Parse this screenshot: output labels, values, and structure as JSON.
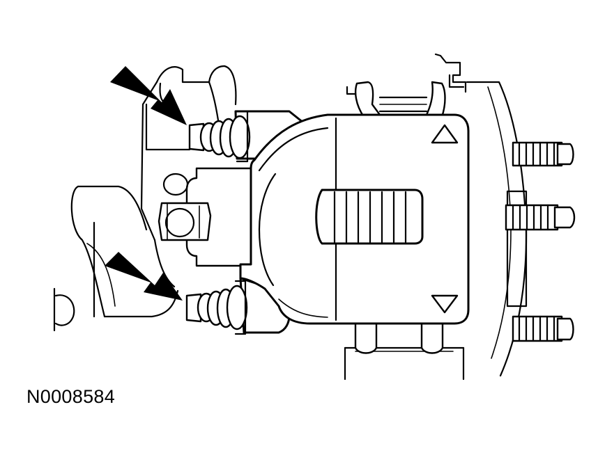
{
  "figure": {
    "reference_code": "N0008584",
    "colors": {
      "line": "#000000",
      "background": "#ffffff"
    }
  },
  "callouts": [
    {
      "name": "arrow-upper-guide-pin-bolt",
      "icon": "arrow-icon",
      "points_to": "upper-guide-pin-bolt"
    },
    {
      "name": "arrow-lower-guide-pin-bolt",
      "icon": "arrow-icon",
      "points_to": "lower-guide-pin-bolt"
    }
  ]
}
